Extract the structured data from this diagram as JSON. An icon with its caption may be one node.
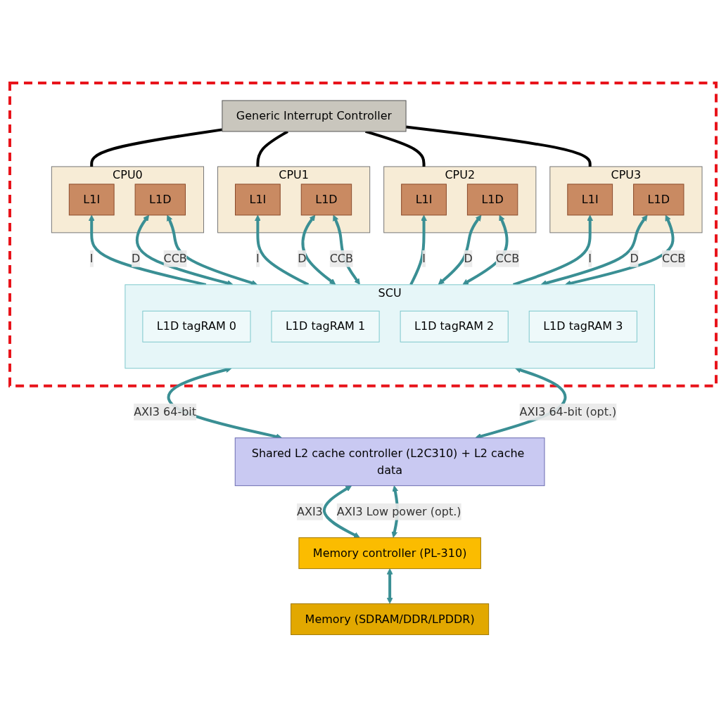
{
  "diagram": {
    "nodes": [
      {
        "text": [],
        "shape": "box"
      },
      {
        "text": [
          "Generic Interrupt Controller"
        ],
        "in": 0
      },
      {
        "text": [
          "CPU0"
        ],
        "in": 0
      },
      {
        "text": [
          "L1I"
        ],
        "in": 2
      },
      {
        "text": [
          "L1D"
        ],
        "in": 2
      },
      {
        "text": [
          "CPU1"
        ],
        "in": 0
      },
      {
        "text": [
          "L1I"
        ],
        "in": 5
      },
      {
        "text": [
          "L1D"
        ],
        "in": 5
      },
      {
        "text": [
          "CPU2"
        ],
        "in": 0
      },
      {
        "text": [
          "L1I"
        ],
        "in": 8
      },
      {
        "text": [
          "L1D"
        ],
        "in": 8
      },
      {
        "text": [
          "CPU3"
        ],
        "in": 0
      },
      {
        "text": [
          "L1I"
        ],
        "in": 11
      },
      {
        "text": [
          "L1D"
        ],
        "in": 11
      },
      {
        "text": [
          "SCU"
        ],
        "in": 0
      },
      {
        "text": [
          "L1D tagRAM 0"
        ],
        "in": 14
      },
      {
        "text": [
          "L1D tagRAM 1"
        ],
        "in": 14
      },
      {
        "text": [
          "L1D tagRAM 2"
        ],
        "in": 14
      },
      {
        "text": [
          "L1D tagRAM 3"
        ],
        "in": 14
      },
      {
        "text": [
          "Shared L2 cache controller (L2C310) + L2 cache data"
        ]
      },
      {
        "text": [
          "Memory controller (PL-310)"
        ]
      },
      {
        "text": [
          "Memory (SDRAM/DDR/LPDDR)"
        ]
      }
    ],
    "edges": [
      {
        "from": 2,
        "to": 1,
        "arrow": "none",
        "color": "#000000"
      },
      {
        "from": 5,
        "to": 1,
        "arrow": "none",
        "color": "#000000"
      },
      {
        "from": 8,
        "to": 1,
        "arrow": "none",
        "color": "#000000"
      },
      {
        "from": 11,
        "to": 1,
        "arrow": "none",
        "color": "#000000"
      },
      {
        "from": 14,
        "to": 3,
        "arrow": "to",
        "label": "I"
      },
      {
        "from": 14,
        "to": 4,
        "arrow": "both",
        "label": "D"
      },
      {
        "from": 14,
        "to": 4,
        "arrow": "both",
        "label": "CCB"
      },
      {
        "from": 14,
        "to": 6,
        "arrow": "to",
        "label": "I"
      },
      {
        "from": 14,
        "to": 7,
        "arrow": "both",
        "label": "D"
      },
      {
        "from": 14,
        "to": 7,
        "arrow": "both",
        "label": "CCB"
      },
      {
        "from": 14,
        "to": 9,
        "arrow": "to",
        "label": "I"
      },
      {
        "from": 14,
        "to": 10,
        "arrow": "both",
        "label": "D"
      },
      {
        "from": 14,
        "to": 10,
        "arrow": "both",
        "label": "CCB"
      },
      {
        "from": 14,
        "to": 12,
        "arrow": "to",
        "label": "I"
      },
      {
        "from": 14,
        "to": 13,
        "arrow": "both",
        "label": "D"
      },
      {
        "from": 14,
        "to": 13,
        "arrow": "both",
        "label": "CCB"
      },
      {
        "from": 19,
        "to": 14,
        "arrow": "both",
        "label": "AXI3 64-bit"
      },
      {
        "from": 19,
        "to": 14,
        "arrow": "both",
        "label": "AXI3 64-bit (opt.)"
      },
      {
        "from": 20,
        "to": 19,
        "arrow": "both",
        "label": "AXI3"
      },
      {
        "from": 20,
        "to": 19,
        "arrow": "both",
        "label": "AXI3 Low power (opt.)"
      },
      {
        "from": 21,
        "to": 20,
        "arrow": "both"
      }
    ]
  }
}
